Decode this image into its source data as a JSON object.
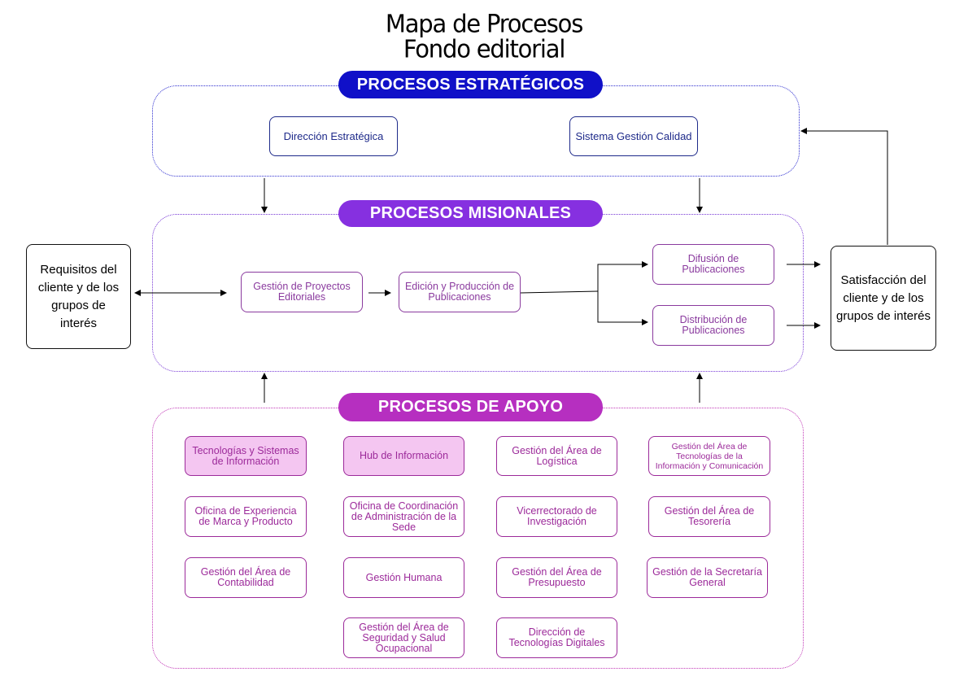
{
  "title": {
    "line1": "Mapa de Procesos",
    "line2": "Fondo editorial"
  },
  "groups": {
    "strategic": {
      "label": "PROCESOS ESTRATÉGICOS",
      "color": "#1010c8"
    },
    "missional": {
      "label": "PROCESOS MISIONALES",
      "color": "#8630e0"
    },
    "support": {
      "label": "PROCESOS DE APOYO",
      "color": "#b62fc0"
    }
  },
  "strategic_boxes": [
    "Dirección Estratégica",
    "Sistema Gestión Calidad"
  ],
  "missional_boxes": {
    "gestion": "Gestión de Proyectos Editoriales",
    "edicion": "Edición y Producción de Publicaciones",
    "difusion": "Difusión de Publicaciones",
    "distribucion": "Distribución de Publicaciones"
  },
  "side": {
    "left": "Requisitos del cliente y de los grupos de interés",
    "right": "Satisfacción del cliente y de los grupos de interés"
  },
  "support_boxes": [
    "Tecnologías y Sistemas de Información",
    "Hub de Información",
    "Gestión del Área de Logística",
    "Gestión del Área de Tecnologías de la Información y Comunicación",
    "Oficina de Experiencia de Marca y Producto",
    "Oficina de Coordinación de Administración de la Sede",
    "Vicerrectorado de Investigación",
    "Gestión del Área de Tesorería",
    "Gestión del Área de Contabilidad",
    "Gestión Humana",
    "Gestión del Área de Presupuesto",
    "Gestión de la Secretaría General",
    "Gestión del Área de Seguridad y Salud Ocupacional",
    "Dirección de Tecnologías Digitales"
  ]
}
